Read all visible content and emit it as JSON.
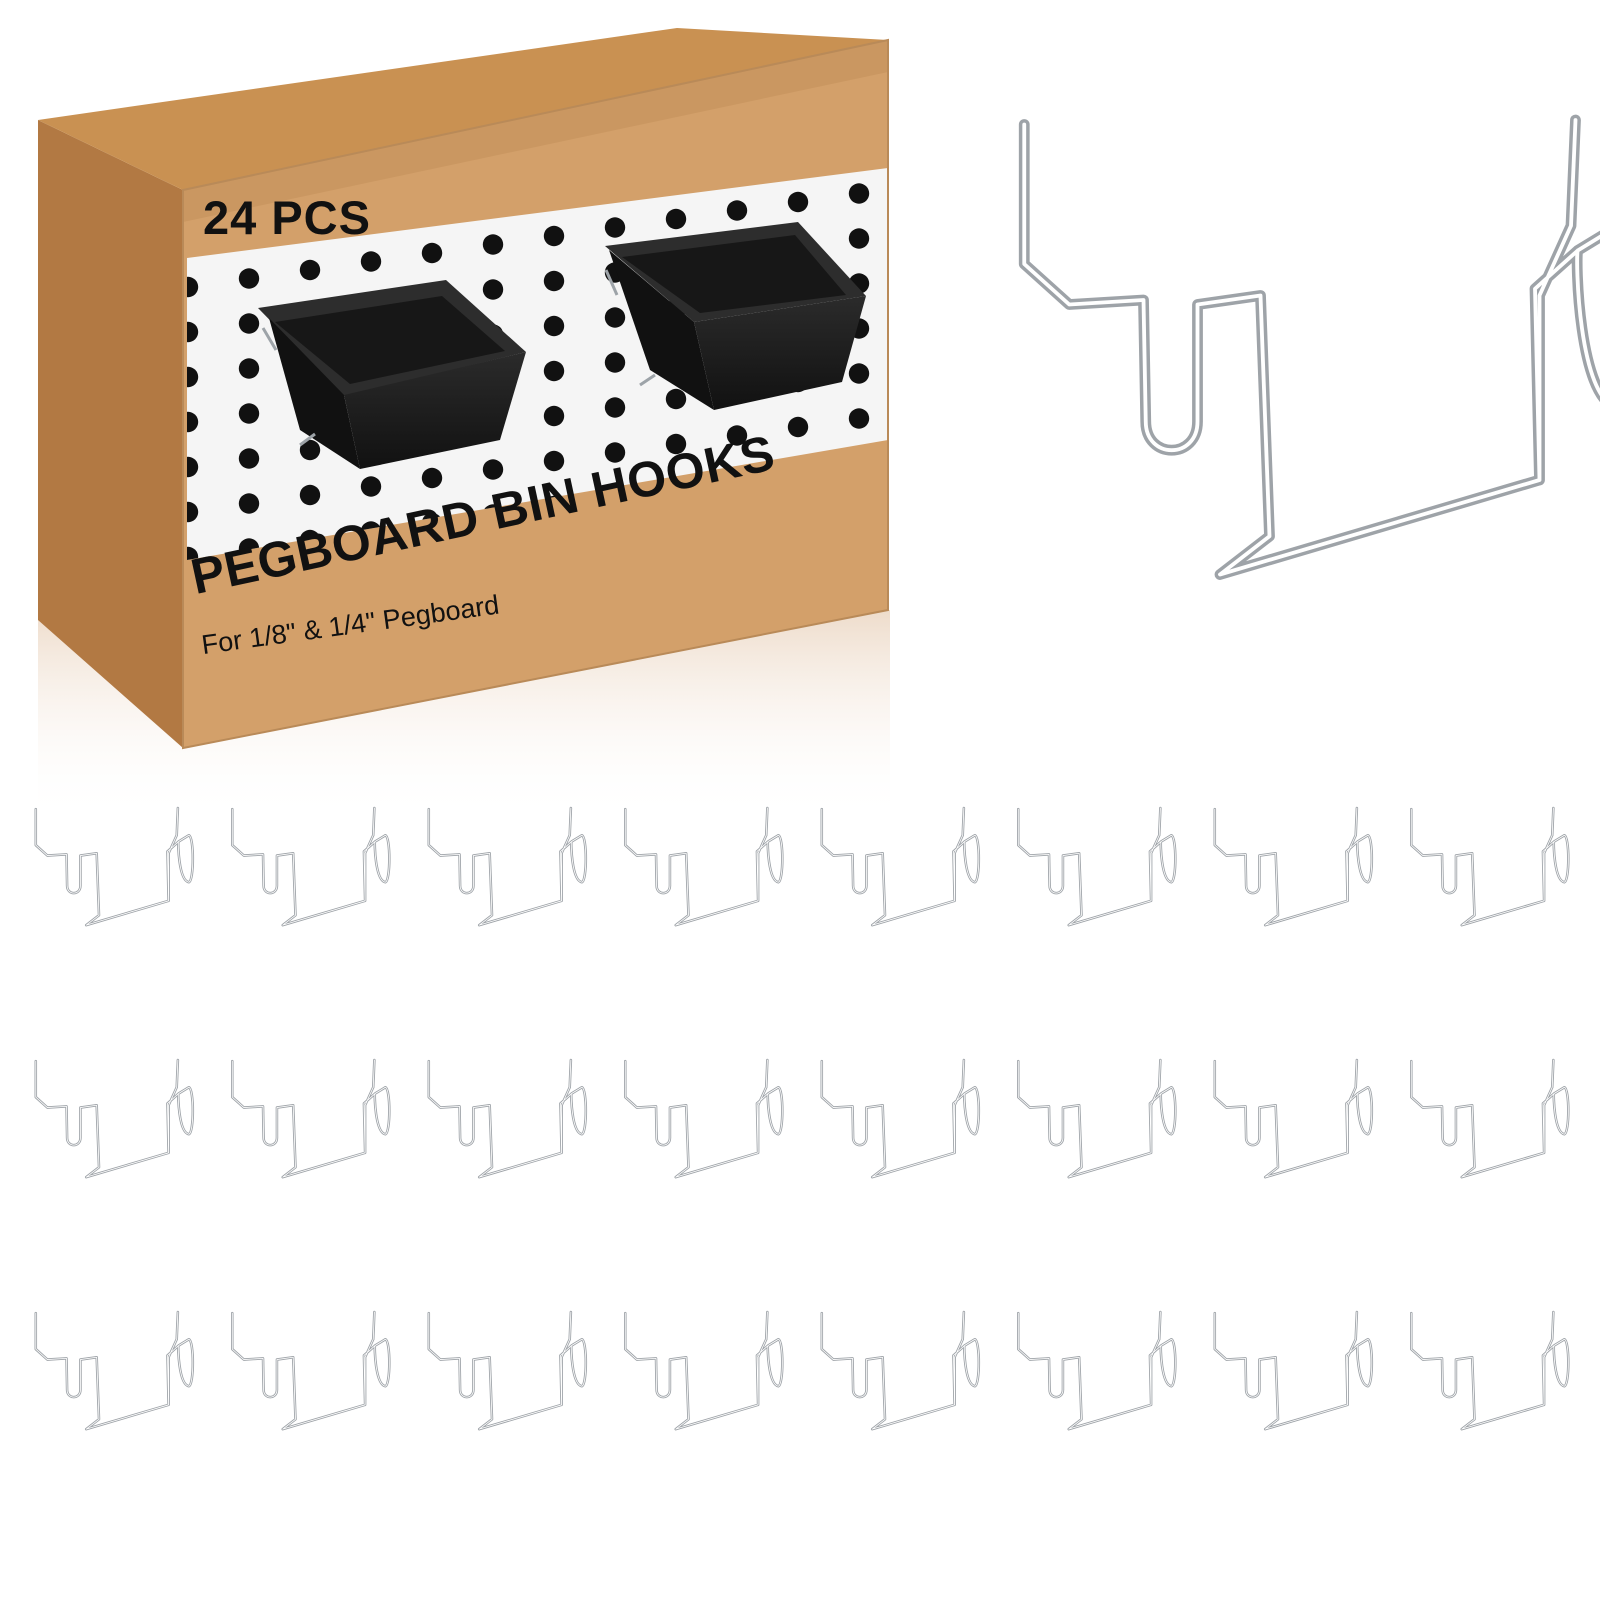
{
  "product": {
    "count_label": "24 PCS",
    "title": "PEGBOARD BIN HOOKS",
    "subtitle": "For 1/8\" & 1/4\" Pegboard"
  },
  "colors": {
    "box_front": "#d4a16b",
    "box_side": "#b47d4a",
    "box_top": "#c99256",
    "pegboard": "#f4f4f4",
    "dot": "#111111",
    "bin": "#1f1f1f",
    "wire": "#9ea3a8",
    "wire_highlight": "#ffffff"
  },
  "icons": {
    "box": "cardboard-box-icon",
    "bin": "storage-bin-icon",
    "hook": "pegboard-hook-icon"
  },
  "hooks": {
    "count": 24,
    "rows": 3,
    "columns": 8
  }
}
